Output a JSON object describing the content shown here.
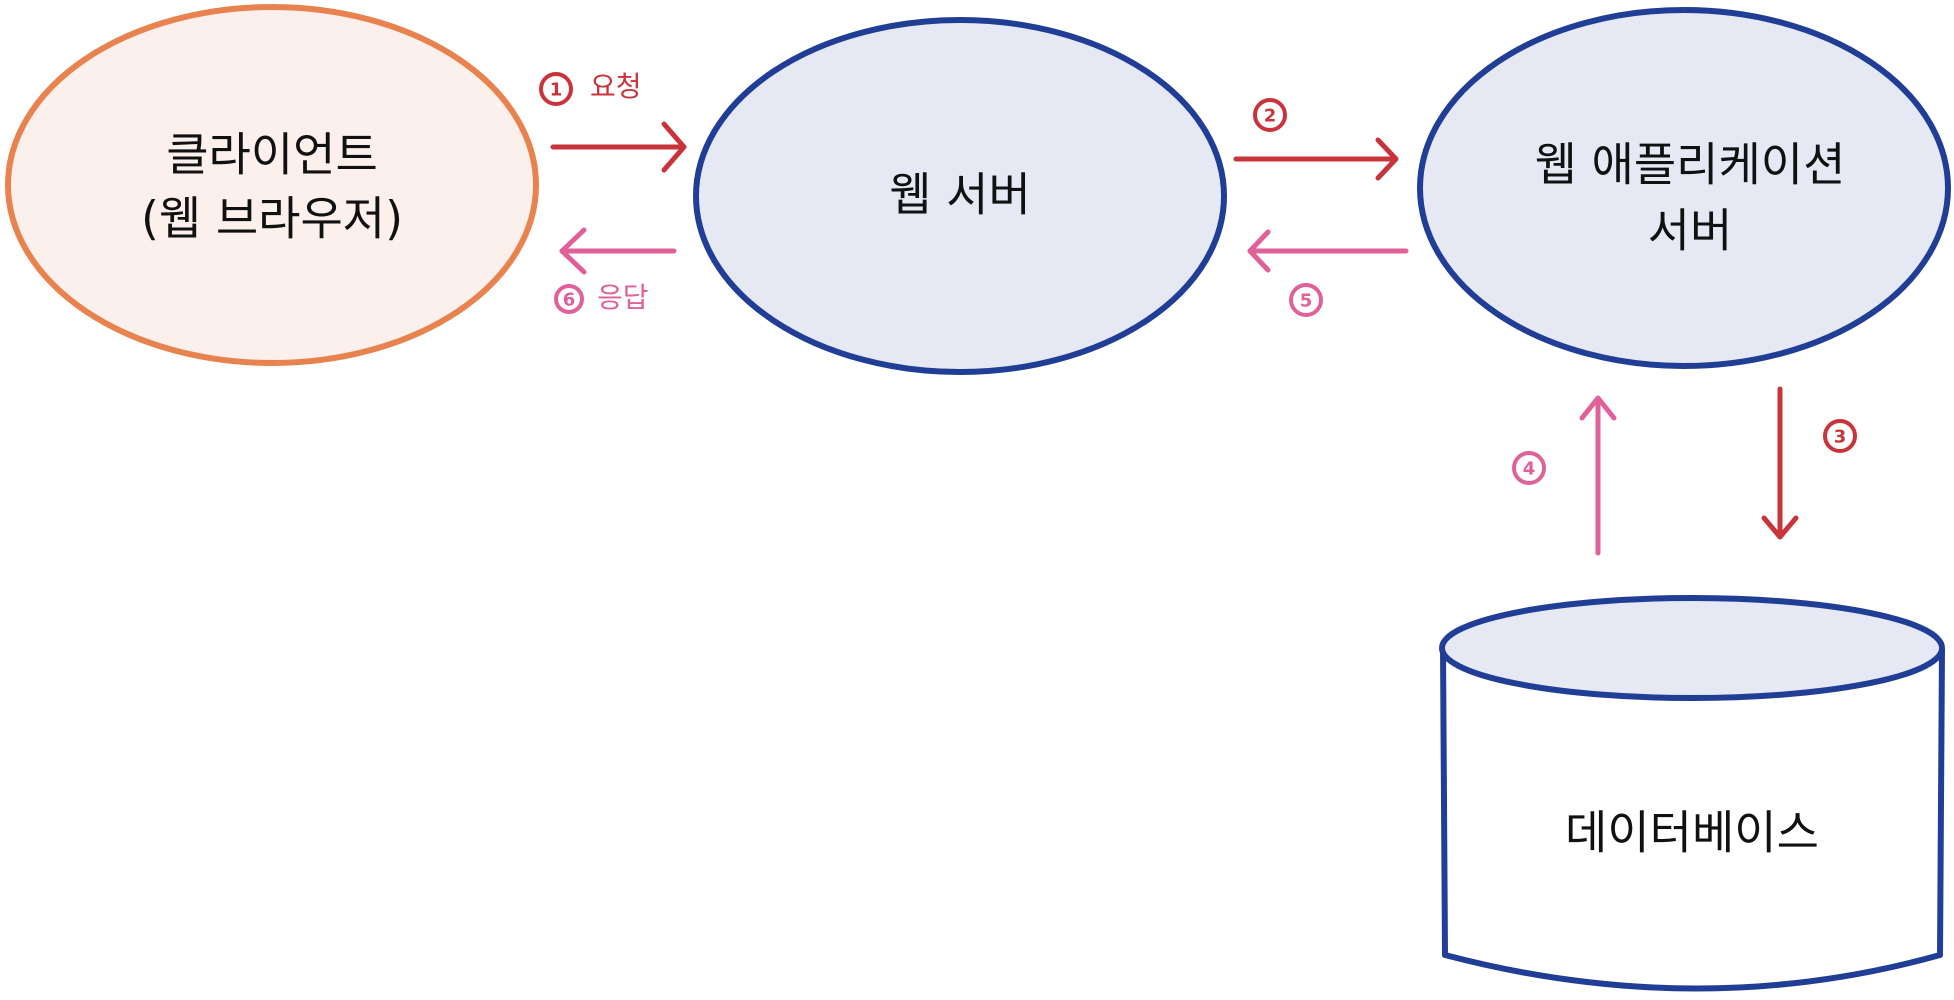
{
  "nodes": {
    "client": {
      "line1": "클라이언트",
      "line2": "(웹 브라우저)"
    },
    "web_server": {
      "line1": "웹 서버"
    },
    "was": {
      "line1": "웹 애플리케이션",
      "line2": "서버"
    },
    "database": {
      "line1": "데이터베이스"
    }
  },
  "steps": {
    "s1": {
      "num": "1",
      "label": "요청"
    },
    "s2": {
      "num": "2"
    },
    "s3": {
      "num": "3"
    },
    "s4": {
      "num": "4"
    },
    "s5": {
      "num": "5"
    },
    "s6": {
      "num": "6",
      "label": "응답"
    }
  },
  "colors": {
    "client_stroke": "#E8834F",
    "client_fill": "#FBF0EC",
    "server_stroke": "#213E96",
    "server_fill": "#E6E9F4",
    "request": "#C9343A",
    "response": "#E0609A",
    "db_body_fill": "#FFFFFF"
  }
}
